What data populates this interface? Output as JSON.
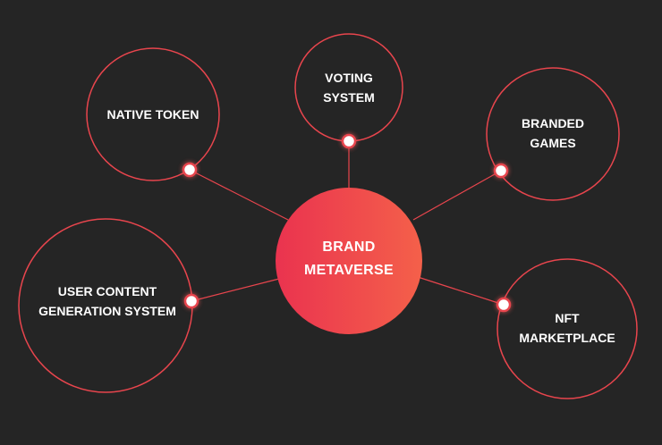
{
  "center": {
    "line1": "BRAND",
    "line2": "METAVERSE"
  },
  "nodes": {
    "native_token": {
      "line1": "NATIVE TOKEN"
    },
    "voting_system": {
      "line1": "VOTING",
      "line2": "SYSTEM"
    },
    "branded_games": {
      "line1": "BRANDED",
      "line2": "GAMES"
    },
    "user_content": {
      "line1": "USER CONTENT",
      "line2": "GENERATION SYSTEM"
    },
    "nft_marketplace": {
      "line1": "NFT",
      "line2": "MARKETPLACE"
    }
  },
  "colors": {
    "background": "#252525",
    "outline": "#e8454d",
    "gradient_start": "#ea334f",
    "gradient_end": "#f4604a",
    "connector_line": "#e8454d",
    "text": "#ffffff"
  }
}
